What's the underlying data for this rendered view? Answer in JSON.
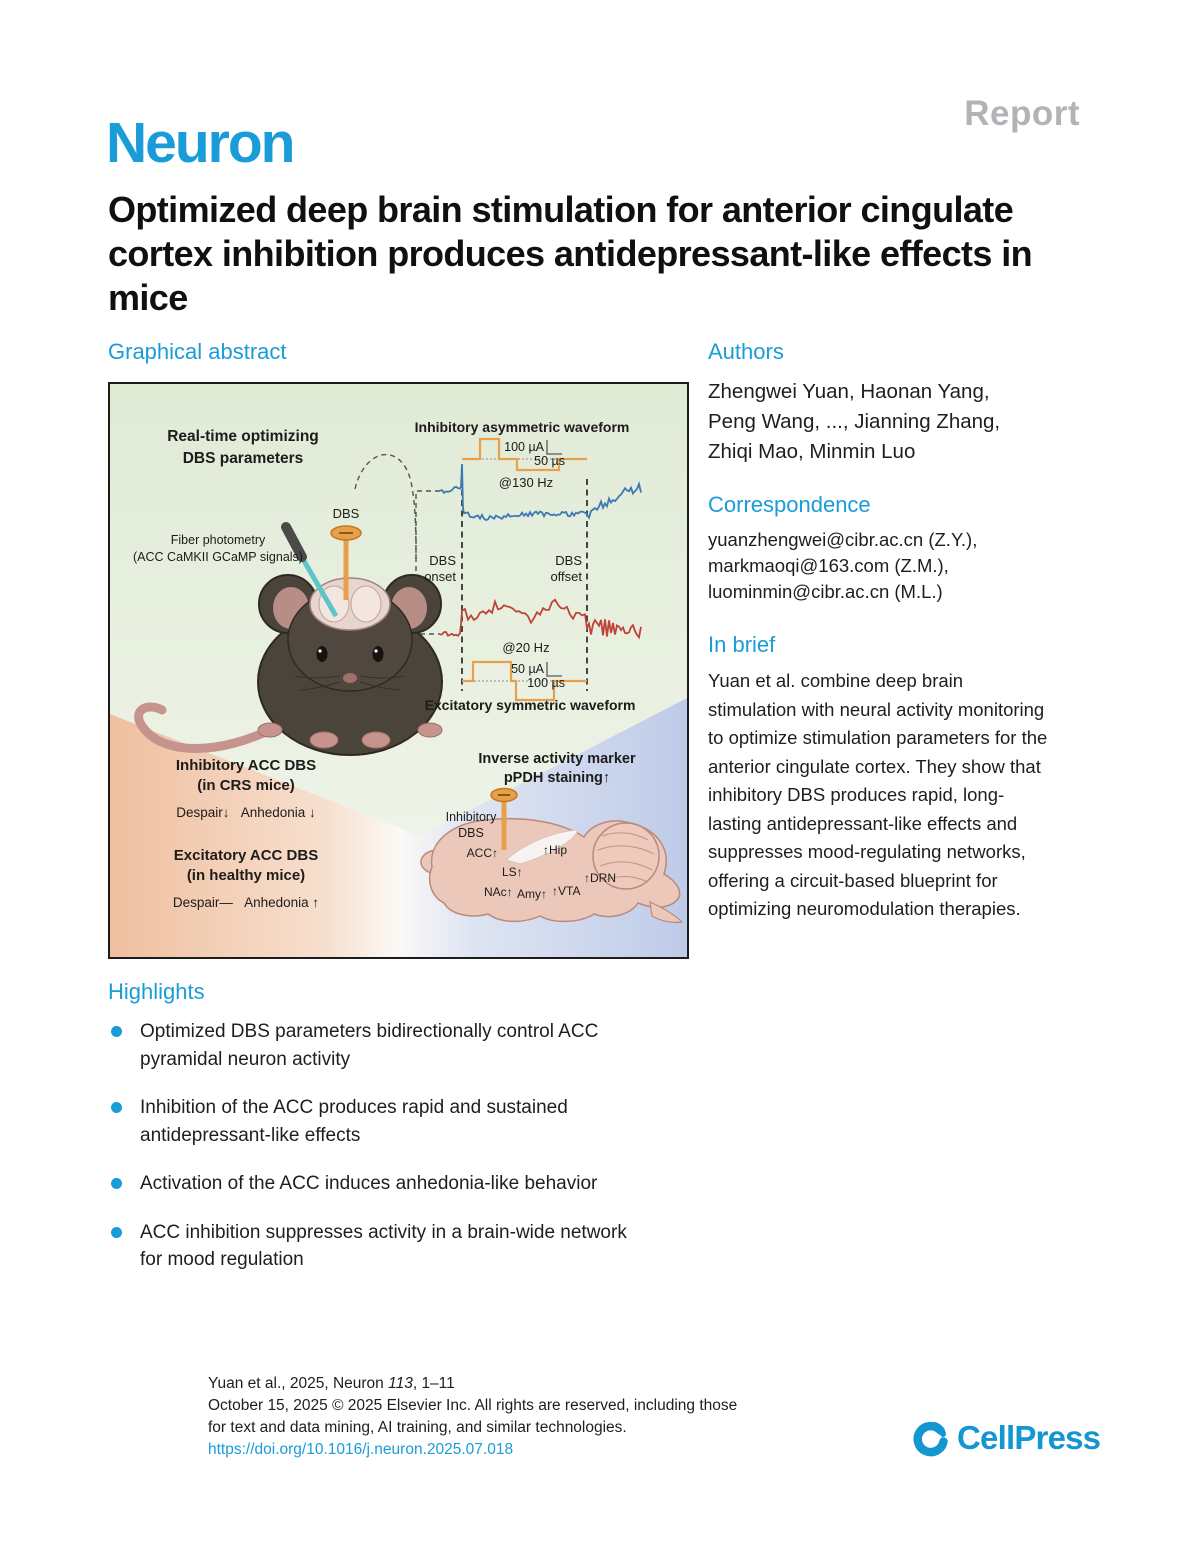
{
  "journal": {
    "name": "Neuron",
    "article_type": "Report"
  },
  "title": "Optimized deep brain stimulation for anterior cingulate cortex inhibition produces antidepressant-like effects in mice",
  "sections": {
    "graphical_abstract_heading": "Graphical abstract",
    "authors_heading": "Authors",
    "correspondence_heading": "Correspondence",
    "in_brief_heading": "In brief",
    "highlights_heading": "Highlights"
  },
  "authors": {
    "lines": [
      "Zhengwei Yuan, Haonan Yang,",
      "Peng Wang, ..., Jianning Zhang,",
      "Zhiqi Mao, Minmin Luo"
    ]
  },
  "correspondence": {
    "lines": [
      "yuanzhengwei@cibr.ac.cn (Z.Y.),",
      "markmaoqi@163.com (Z.M.),",
      "luominmin@cibr.ac.cn (M.L.)"
    ]
  },
  "in_brief": {
    "lines": [
      "Yuan et al. combine deep brain",
      "stimulation with neural activity monitoring",
      "to optimize stimulation parameters for the",
      "anterior cingulate cortex. They show that",
      "inhibitory DBS produces rapid, long-",
      "lasting antidepressant-like effects and",
      "suppresses mood-regulating networks,",
      "offering a circuit-based blueprint for",
      "optimizing neuromodulation therapies."
    ]
  },
  "highlights": {
    "items": [
      {
        "lines": [
          "Optimized DBS parameters bidirectionally control ACC",
          "pyramidal neuron activity"
        ]
      },
      {
        "lines": [
          "Inhibition of the ACC produces rapid and sustained",
          "antidepressant-like effects"
        ]
      },
      {
        "lines": [
          "Activation of the ACC induces anhedonia-like behavior"
        ]
      },
      {
        "lines": [
          "ACC inhibition suppresses activity in a brain-wide network",
          "for mood regulation"
        ]
      }
    ]
  },
  "graphical_abstract": {
    "realtime_label": [
      "Real-time optimizing",
      "DBS parameters"
    ],
    "dbs_label": "DBS",
    "fiber_label": [
      "Fiber photometry",
      "(ACC CaMKII GCaMP signals)"
    ],
    "inhibitory_waveform": {
      "title": "Inhibitory asymmetric waveform",
      "amplitude": "100 µA",
      "pulse_width": "50 µs",
      "frequency": "@130 Hz"
    },
    "excitatory_waveform": {
      "title": "Excitatory symmetric waveform",
      "amplitude": "50 µA",
      "pulse_width": "100 µs",
      "frequency": "@20 Hz"
    },
    "dbs_onset": [
      "DBS",
      "onset"
    ],
    "dbs_offset": [
      "DBS",
      "offset"
    ],
    "inhibitory_panel": {
      "title": [
        "Inhibitory ACC DBS",
        "(in CRS mice)"
      ],
      "effects": "Despair↓   Anhedonia ↓"
    },
    "excitatory_panel": {
      "title": [
        "Excitatory ACC DBS",
        "(in healthy mice)"
      ],
      "effects": "Despair—   Anhedonia ↑"
    },
    "brain_panel": {
      "title": [
        "Inverse activity marker",
        "pPDH staining↑"
      ],
      "electrode_label": [
        "Inhibitory",
        "DBS"
      ],
      "regions": {
        "acc": "ACC↑",
        "hip": "↑Hip",
        "ls": "LS↑",
        "nac": "NAc↑",
        "amy": "Amy↑",
        "vta": "↑VTA",
        "drn": "↑DRN"
      }
    }
  },
  "footer": {
    "citation_prefix": "Yuan et al., 2025, Neuron ",
    "citation_volume": "113",
    "citation_pages": ", 1–11",
    "copyright_lines": [
      "October 15, 2025 © 2025 Elsevier Inc. All rights are reserved, including those",
      "for text and data mining, AI training, and similar technologies."
    ],
    "doi": "https://doi.org/10.1016/j.neuron.2025.07.018"
  },
  "publisher": {
    "name": "CellPress"
  },
  "colors": {
    "accent_blue": "#1a9cd8",
    "neuron_blue": "#1a9cd9",
    "report_gray": "#b1b3b6",
    "ga_green": "#e1ebd8",
    "ga_peach": "#efbf9f",
    "ga_lavender": "#becbe8",
    "waveform_orange": "#e8a04b",
    "trace_blue": "#3c7ab3",
    "trace_red": "#bf4338"
  }
}
